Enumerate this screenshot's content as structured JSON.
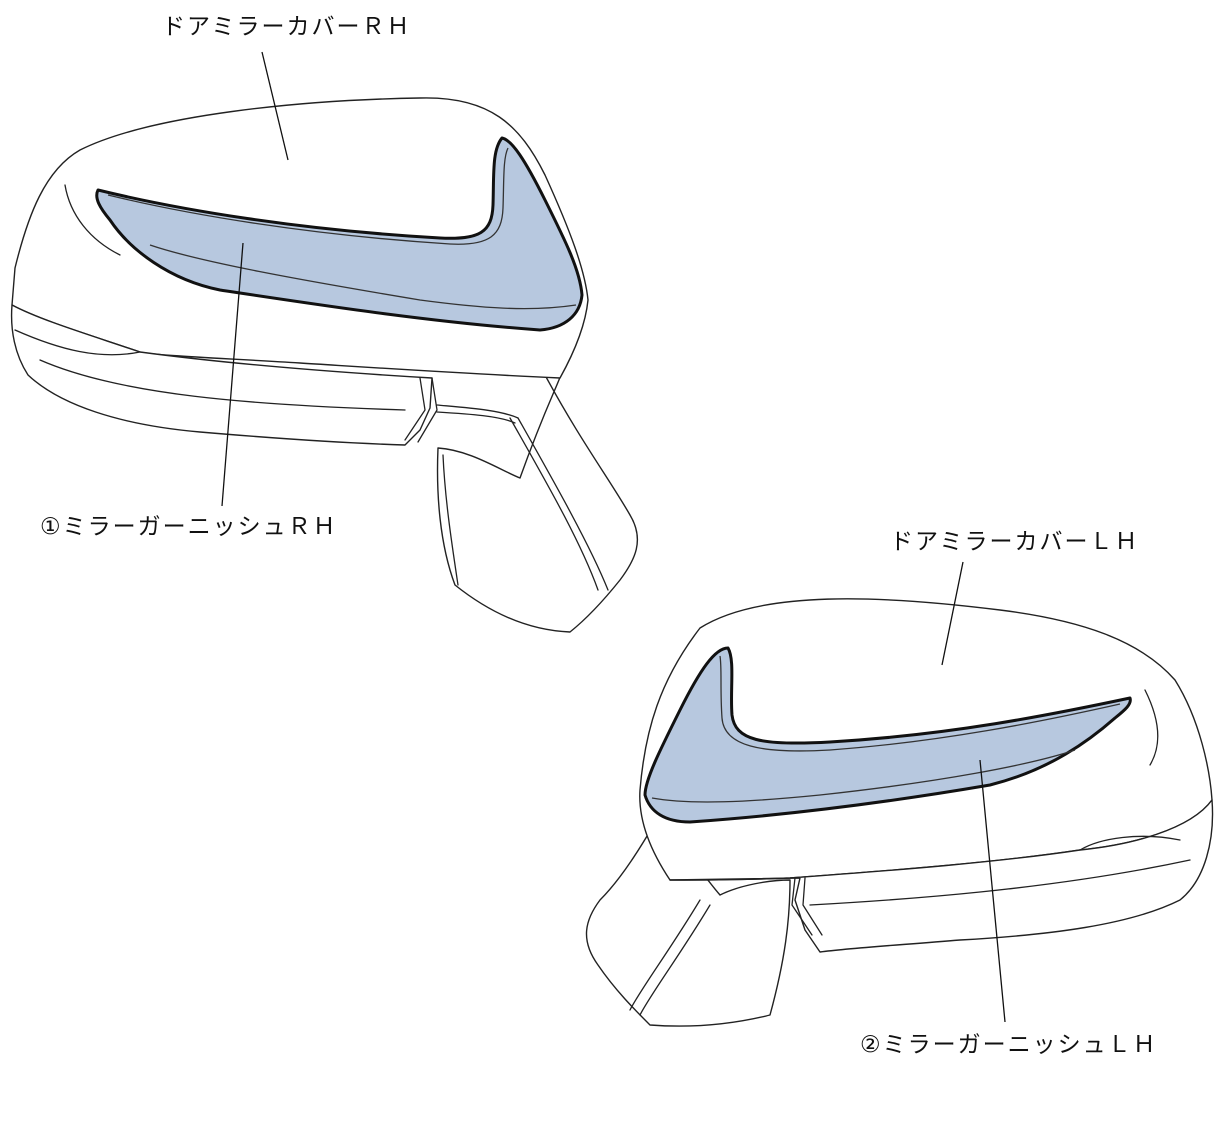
{
  "labels": {
    "cover_rh": "ドアミラーカバーＲＨ",
    "garnish_rh": "①ミラーガーニッシュＲＨ",
    "cover_lh": "ドアミラーカバーＬＨ",
    "garnish_lh": "②ミラーガーニッシュＬＨ"
  },
  "colors": {
    "garnish_fill": "#b7c8df",
    "line": "#222222"
  }
}
